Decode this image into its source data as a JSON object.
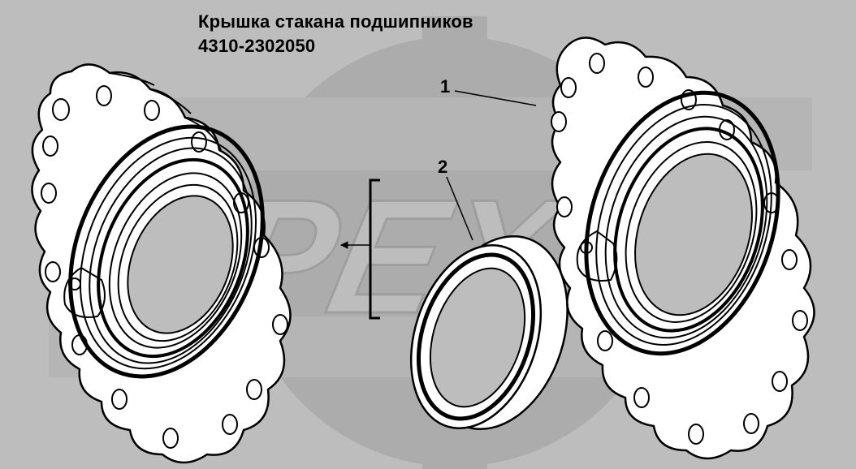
{
  "header": {
    "title": "Крышка стакана подшипников",
    "part_number": "4310-2302050"
  },
  "watermark": {
    "text": "OPEX",
    "color": "#a9a9a9"
  },
  "callouts": [
    {
      "label": "1"
    },
    {
      "label": "2"
    }
  ],
  "colors": {
    "background": "#bdbdbd",
    "outline": "#000000",
    "part_fill": "#ffffff"
  }
}
